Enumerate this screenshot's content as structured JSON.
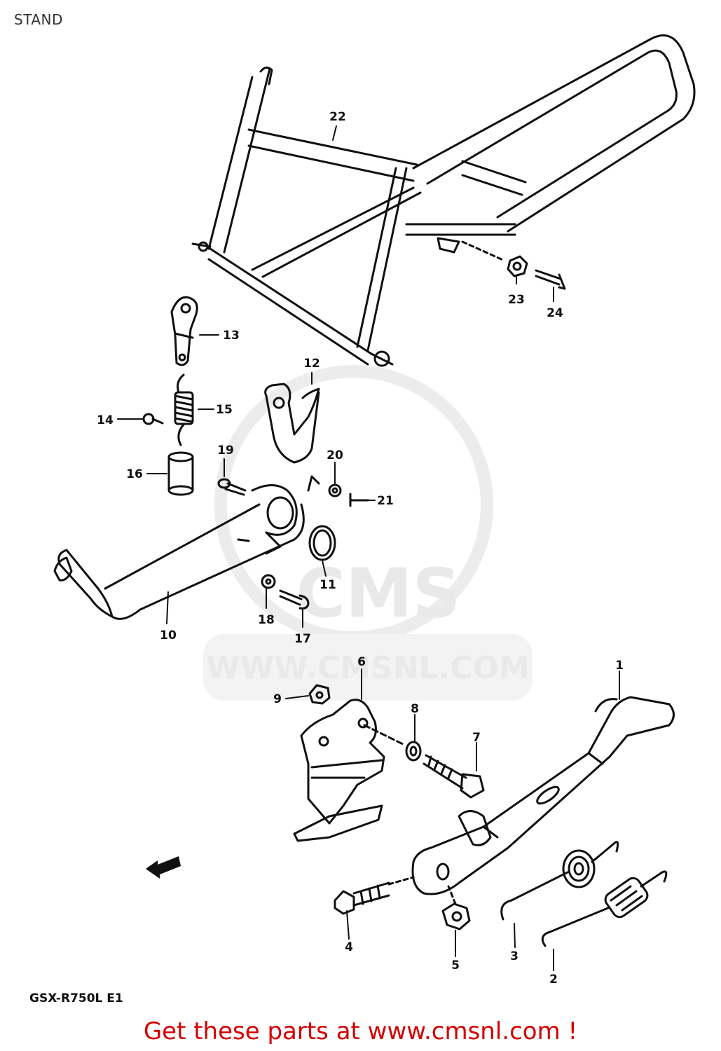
{
  "title": "STAND",
  "watermark": {
    "brand": "CMS",
    "url": "WWW.CMSNL.COM"
  },
  "model_code": "GSX-R750L E1",
  "footer": {
    "text": "Get these parts at www.cmsnl.com !"
  },
  "colors": {
    "footer": "#d40000",
    "lines": "#111111",
    "watermark": "#e9e9e9"
  },
  "part_labels": [
    "1",
    "2",
    "3",
    "4",
    "5",
    "6",
    "7",
    "8",
    "9",
    "10",
    "11",
    "12",
    "13",
    "14",
    "15",
    "16",
    "17",
    "18",
    "19",
    "20",
    "21",
    "22",
    "23",
    "24"
  ],
  "icons": {
    "front_arrow": "front-arrow-icon"
  }
}
